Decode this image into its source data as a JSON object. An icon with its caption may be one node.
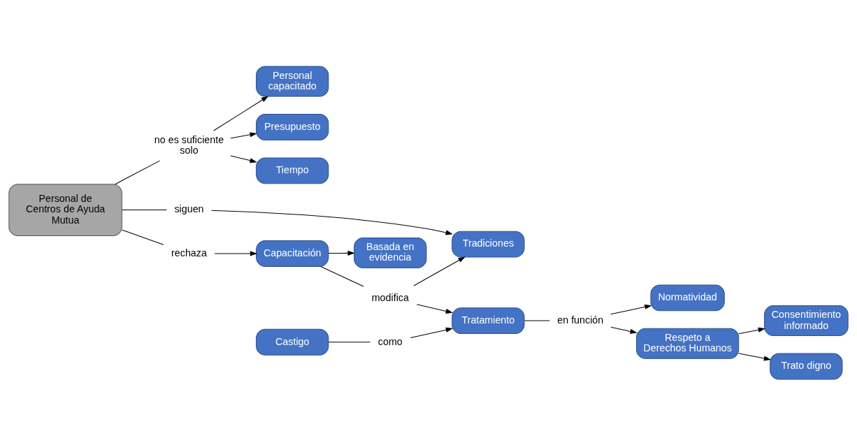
{
  "diagram": {
    "nodes": [
      {
        "text": [
          "Personal de Centros de Ayuda Mutua"
        ]
      },
      {
        "text": [
          "no es suficiente solo"
        ]
      },
      {
        "text": [
          "Personal capacitado"
        ]
      },
      {
        "text": [
          "Presupuesto"
        ]
      },
      {
        "text": [
          "Tiempo"
        ]
      },
      {
        "text": [
          "siguen"
        ]
      },
      {
        "text": [
          "rechaza"
        ]
      },
      {
        "text": [
          "Tradiciones"
        ]
      },
      {
        "text": [
          "Capacitación"
        ]
      },
      {
        "text": [
          "Basada en evidencia"
        ]
      },
      {
        "text": [
          "Castigo"
        ]
      },
      {
        "text": [
          "como"
        ]
      },
      {
        "text": [
          "Tratamiento"
        ]
      },
      {
        "text": [
          "modifica"
        ]
      },
      {
        "text": [
          "en función"
        ]
      },
      {
        "text": [
          "Normatividad"
        ]
      },
      {
        "text": [
          "Respeto a Derechos Humanos"
        ]
      },
      {
        "text": [
          "Consentimiento informado"
        ]
      },
      {
        "text": [
          "Trato digno"
        ]
      }
    ],
    "edges": [
      {
        "from": 0,
        "to": 1,
        "arrow": "none"
      },
      {
        "from": 1,
        "to": 2,
        "arrow": "to"
      },
      {
        "from": 1,
        "to": 3,
        "arrow": "to"
      },
      {
        "from": 1,
        "to": 4,
        "arrow": "to"
      },
      {
        "from": 0,
        "to": 5,
        "arrow": "none"
      },
      {
        "from": 5,
        "to": 7,
        "arrow": "to"
      },
      {
        "from": 0,
        "to": 6,
        "arrow": "none"
      },
      {
        "from": 6,
        "to": 8,
        "arrow": "to"
      },
      {
        "from": 8,
        "to": 9,
        "arrow": "to"
      },
      {
        "from": 10,
        "to": 11,
        "arrow": "none"
      },
      {
        "from": 11,
        "to": 12,
        "arrow": "to"
      },
      {
        "from": 8,
        "to": 13,
        "arrow": "none"
      },
      {
        "from": 13,
        "to": 7,
        "arrow": "to"
      },
      {
        "from": 13,
        "to": 12,
        "arrow": "to"
      },
      {
        "from": 12,
        "to": 14,
        "arrow": "none"
      },
      {
        "from": 14,
        "to": 15,
        "arrow": "to"
      },
      {
        "from": 14,
        "to": 16,
        "arrow": "to"
      },
      {
        "from": 16,
        "to": 17,
        "arrow": "to"
      },
      {
        "from": 16,
        "to": 18,
        "arrow": "to"
      }
    ]
  }
}
